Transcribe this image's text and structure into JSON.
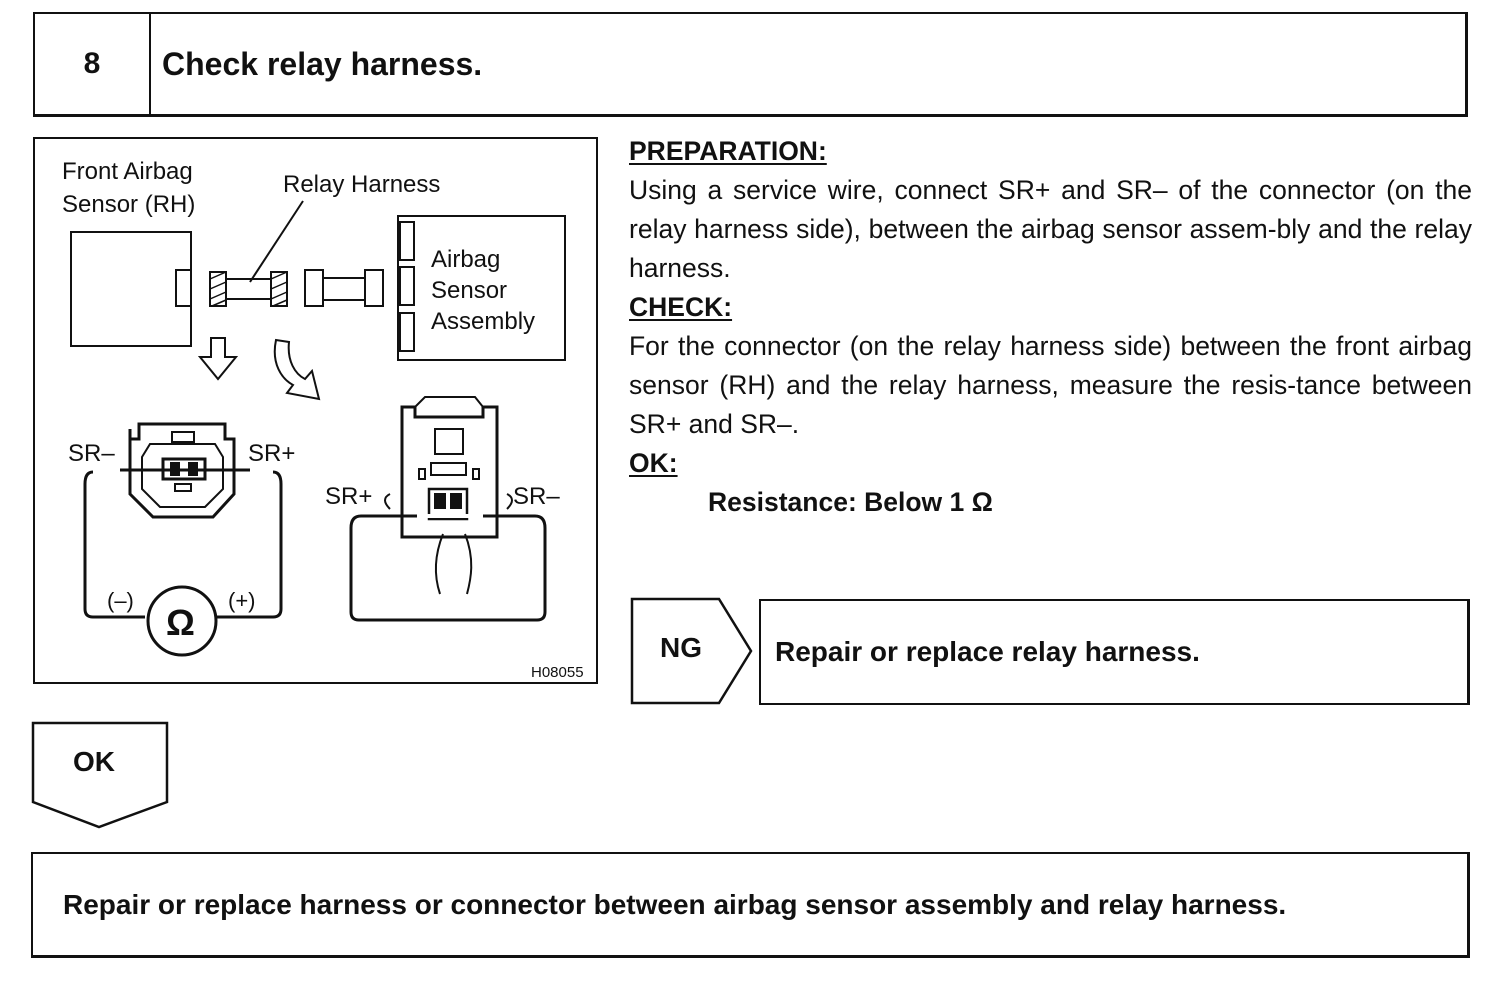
{
  "step": {
    "number": "8",
    "title": "Check relay harness."
  },
  "figure": {
    "labels": {
      "front_airbag_sensor_line1": "Front Airbag",
      "front_airbag_sensor_line2": "Sensor (RH)",
      "relay_harness": "Relay Harness",
      "airbag_line1": "Airbag",
      "airbag_line2": "Sensor",
      "airbag_line3": "Assembly",
      "left_sr_minus": "SR–",
      "left_sr_plus": "SR+",
      "right_sr_plus": "SR+",
      "right_sr_minus": "SR–",
      "ohmmeter_minus": "(–)",
      "ohmmeter_plus": "(+)",
      "ohm_symbol": "Ω",
      "figure_code": "H08055"
    }
  },
  "instructions": {
    "preparation_heading": "PREPARATION:",
    "preparation_text": "Using a service wire, connect SR+ and SR– of the connector (on the relay harness side), between the airbag sensor assem-bly and the relay harness.",
    "check_heading": "CHECK:",
    "check_text": "For the connector (on the relay harness side) between the front airbag sensor (RH) and the relay harness, measure the resis-tance between SR+ and SR–.",
    "ok_heading": "OK:",
    "ok_spec": "Resistance: Below 1 Ω"
  },
  "results": {
    "ng_label": "NG",
    "ng_action": "Repair or replace relay harness.",
    "ok_label": "OK",
    "ok_action": "Repair or replace harness or connector between airbag sensor assembly and relay harness."
  }
}
